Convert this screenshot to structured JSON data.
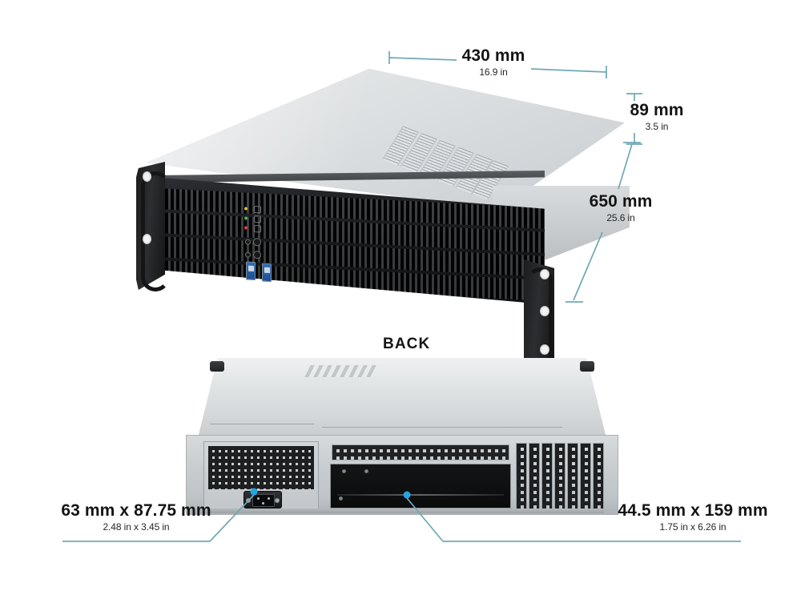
{
  "diagram": {
    "title_back": "BACK",
    "background": "#ffffff",
    "line_color": "#6fa8b6",
    "marker_color": "#23a6e2"
  },
  "dimensions": {
    "width": {
      "metric": "430 mm",
      "imperial": "16.9 in",
      "name": "chassis-width"
    },
    "height": {
      "metric": "89 mm",
      "imperial": "3.5 in",
      "name": "chassis-height"
    },
    "depth": {
      "metric": "650 mm",
      "imperial": "25.6 in",
      "name": "chassis-depth"
    },
    "psu_opening": {
      "metric": "63 mm x 87.75 mm",
      "imperial": "2.48 in x 3.45 in",
      "name": "psu-opening"
    },
    "card_opening": {
      "metric": "44.5 mm x 159 mm",
      "imperial": "1.75 in x 6.26 in",
      "name": "expansion-slot-opening"
    }
  },
  "front_panel": {
    "leds": [
      {
        "label": "power-led",
        "color": "#d8c53a"
      },
      {
        "label": "network-led",
        "color": "#3fbf53"
      },
      {
        "label": "hdd-led",
        "color": "#d94b3a"
      }
    ],
    "usb_ports": 2,
    "usb_type": "USB 3.0",
    "buttons": 2
  },
  "back_panel": {
    "power_inlet": "IEC C14",
    "pci_slots": 7
  }
}
